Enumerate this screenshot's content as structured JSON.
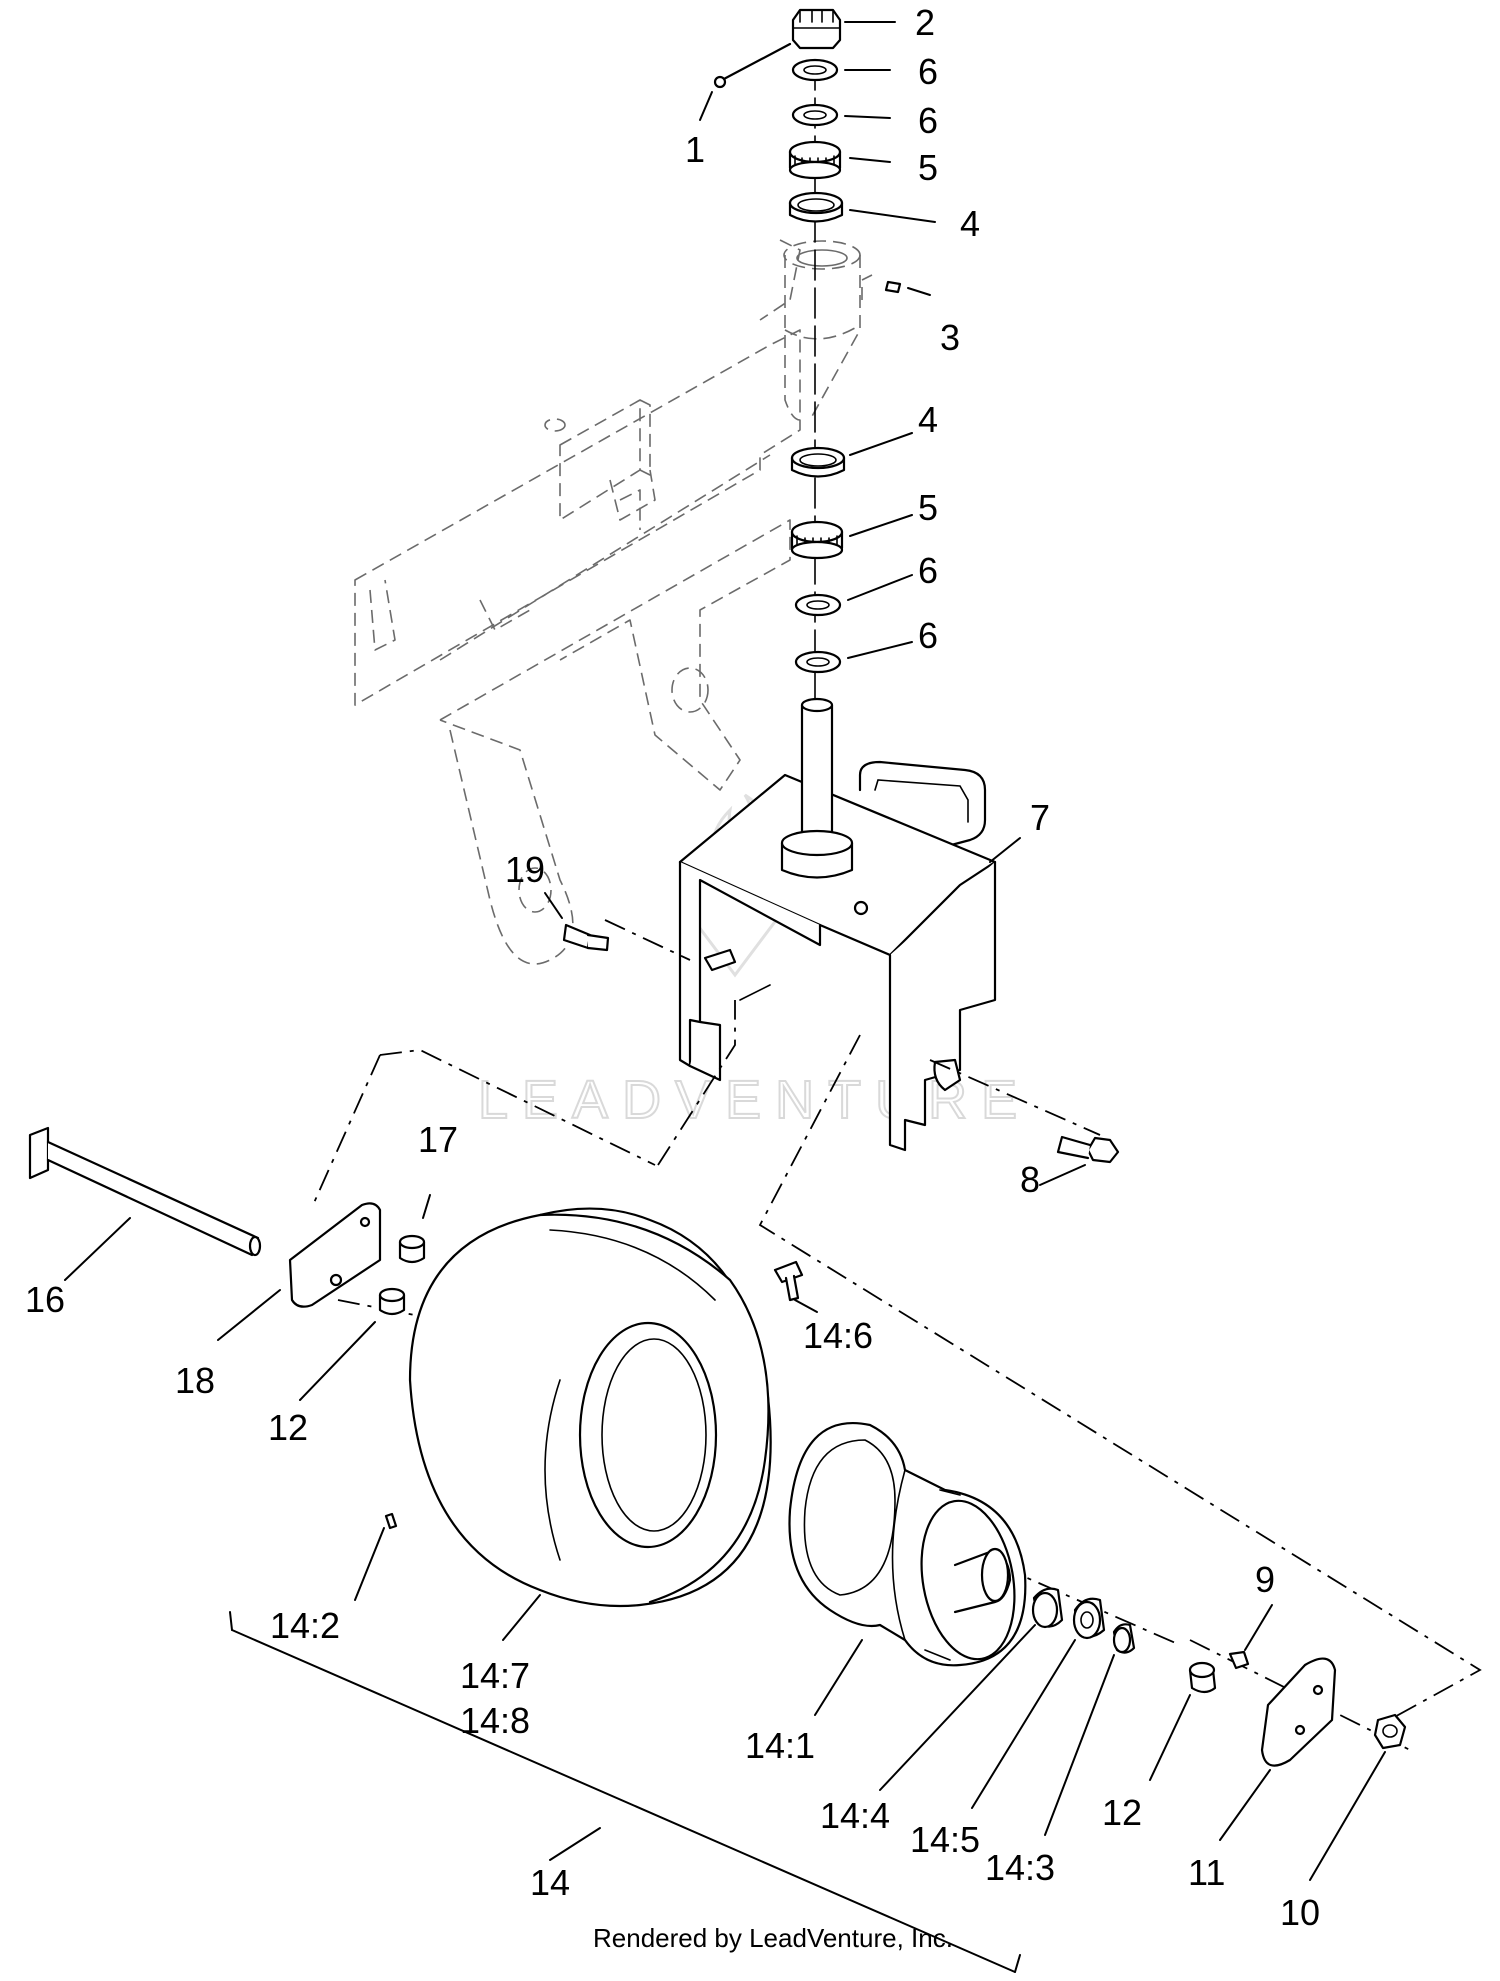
{
  "callouts": [
    {
      "id": "c1",
      "label": "1"
    },
    {
      "id": "c2",
      "label": "2"
    },
    {
      "id": "c6a",
      "label": "6"
    },
    {
      "id": "c6b",
      "label": "6"
    },
    {
      "id": "c5a",
      "label": "5"
    },
    {
      "id": "c4a",
      "label": "4"
    },
    {
      "id": "c3",
      "label": "3"
    },
    {
      "id": "c4b",
      "label": "4"
    },
    {
      "id": "c5b",
      "label": "5"
    },
    {
      "id": "c6c",
      "label": "6"
    },
    {
      "id": "c6d",
      "label": "6"
    },
    {
      "id": "c7",
      "label": "7"
    },
    {
      "id": "c19",
      "label": "19"
    },
    {
      "id": "c8",
      "label": "8"
    },
    {
      "id": "c17",
      "label": "17"
    },
    {
      "id": "c16",
      "label": "16"
    },
    {
      "id": "c18",
      "label": "18"
    },
    {
      "id": "c12a",
      "label": "12"
    },
    {
      "id": "c146",
      "label": "14:6"
    },
    {
      "id": "c142",
      "label": "14:2"
    },
    {
      "id": "c147",
      "label": "14:7"
    },
    {
      "id": "c148",
      "label": "14:8"
    },
    {
      "id": "c141",
      "label": "14:1"
    },
    {
      "id": "c144",
      "label": "14:4"
    },
    {
      "id": "c145",
      "label": "14:5"
    },
    {
      "id": "c143",
      "label": "14:3"
    },
    {
      "id": "c12b",
      "label": "12"
    },
    {
      "id": "c9",
      "label": "9"
    },
    {
      "id": "c11",
      "label": "11"
    },
    {
      "id": "c10",
      "label": "10"
    },
    {
      "id": "c14",
      "label": "14"
    }
  ],
  "footer": "Rendered by LeadVenture, Inc.",
  "watermark": "LEADVENTURE"
}
